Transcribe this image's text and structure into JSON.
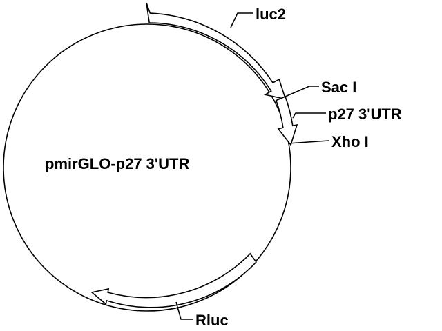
{
  "plasmid": {
    "name": "pmirGLO-p27 3'UTR"
  },
  "features": {
    "luc2": "luc2",
    "sac1": "Sac I",
    "p27": "p27 3'UTR",
    "xho1": "Xho I",
    "rluc": "Rluc"
  },
  "colors": {
    "line": "#000000",
    "fill": "#ffffff"
  }
}
